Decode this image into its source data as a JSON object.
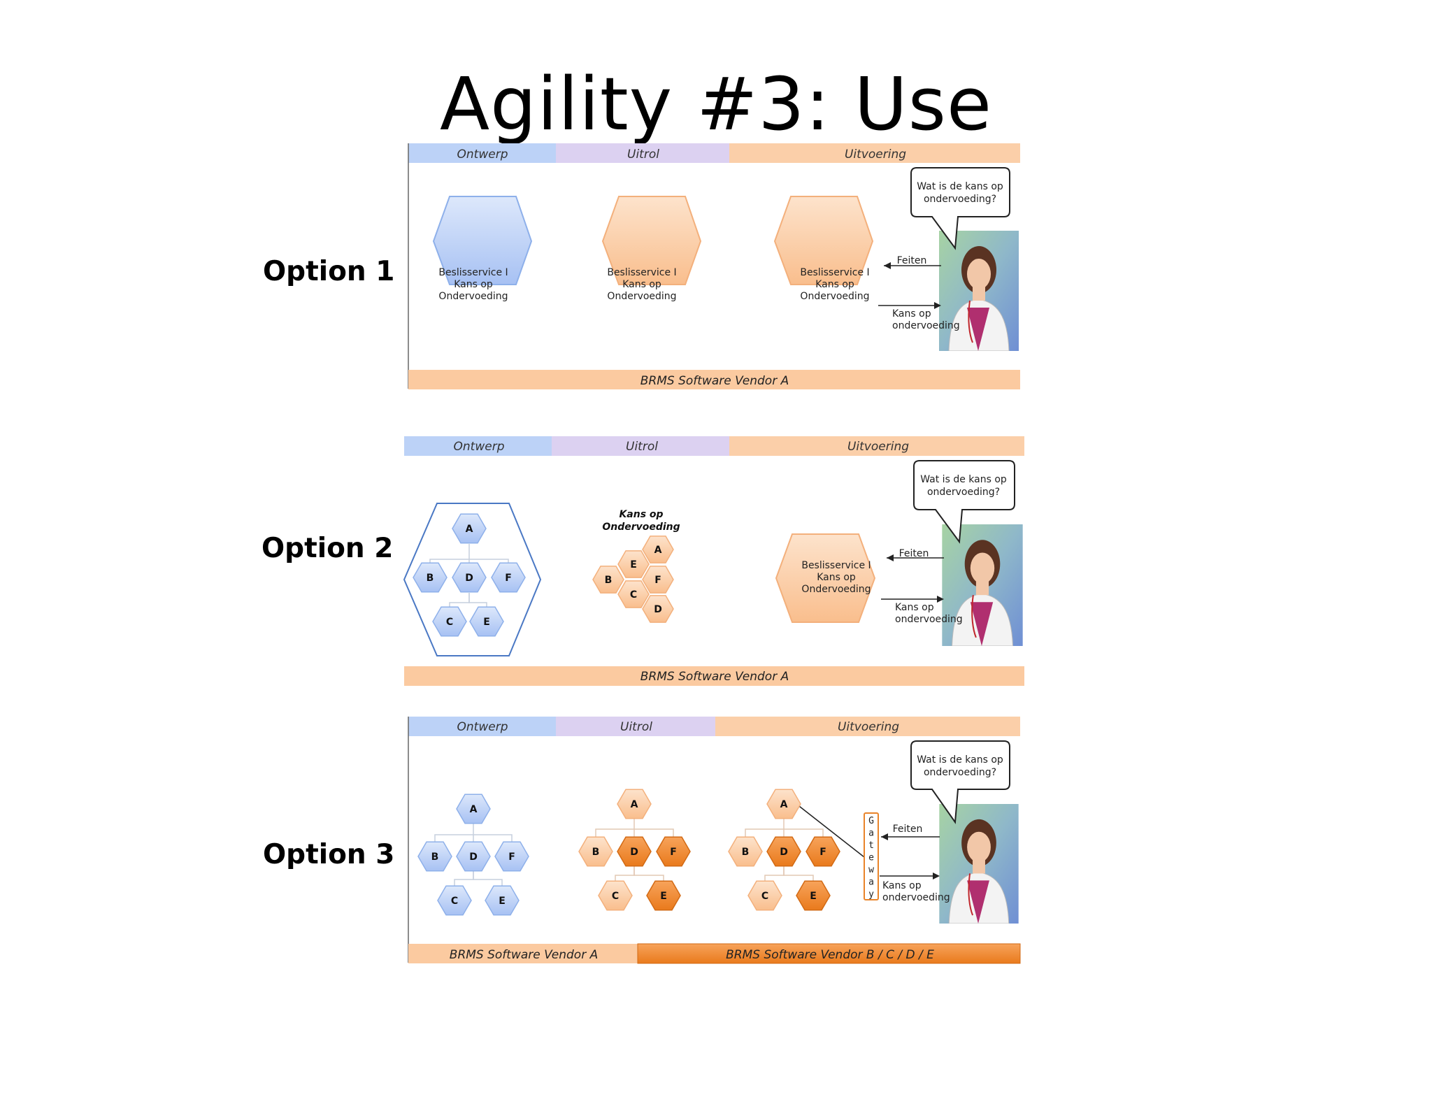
{
  "title": "Agility #3: Use",
  "options": [
    "Option 1",
    "Option 2",
    "Option 3"
  ],
  "phases": {
    "design": "Ontwerp",
    "rollout": "Uitrol",
    "execution": "Uitvoering"
  },
  "vendor_a": "BRMS Software Vendor A",
  "vendor_bcde": "BRMS Software Vendor  B / C / D / E",
  "service": {
    "line1": "Beslisservice  I",
    "line2": "Kans op",
    "line3": "Ondervoeding"
  },
  "question": {
    "line1": "Wat is de kans op",
    "line2": "ondervoeding?"
  },
  "facts": "Feiten",
  "result": {
    "line1": "Kans op",
    "line2": "ondervoeding"
  },
  "kans_title": {
    "line1": "Kans op",
    "line2": "Ondervoeding"
  },
  "nodes": [
    "A",
    "B",
    "C",
    "D",
    "E",
    "F"
  ],
  "gateway": [
    "G",
    "a",
    "t",
    "e",
    "w",
    "a",
    "y"
  ],
  "colors": {
    "blue": "#a9c4f5",
    "purple": "#d4c6ee",
    "orange": "#fbc9a0",
    "dark_orange": "#f08a2c"
  },
  "icons": [
    "person-photo-icon"
  ]
}
